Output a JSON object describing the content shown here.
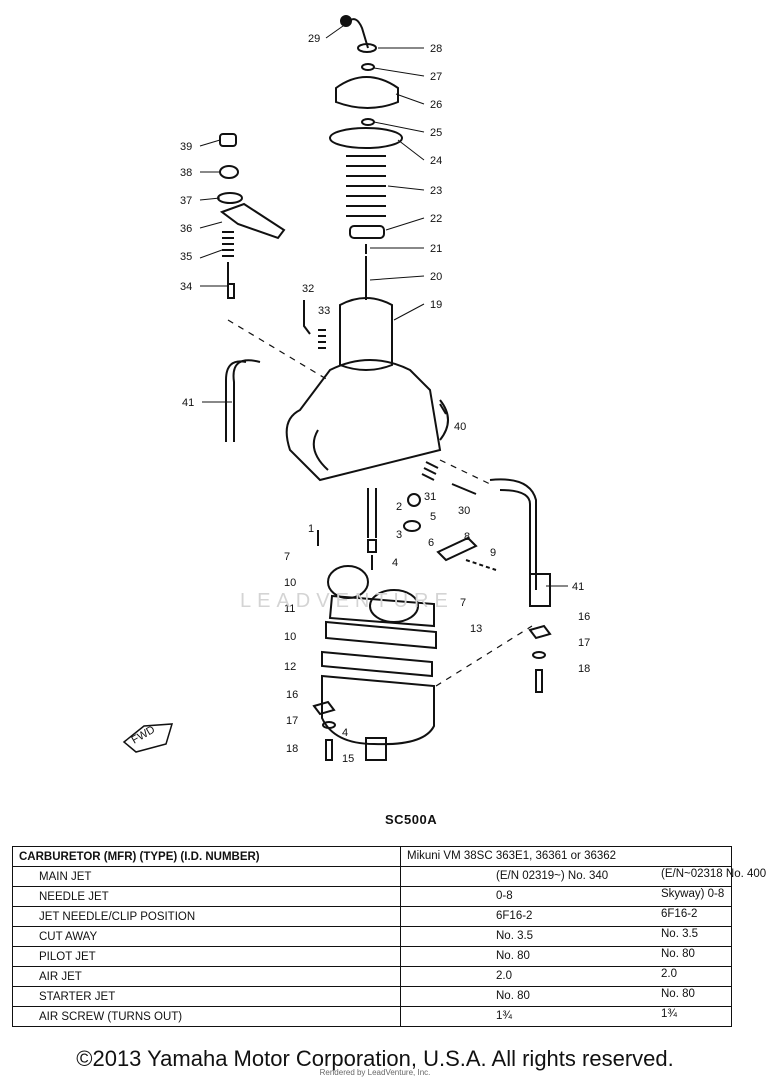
{
  "diagram": {
    "part_numbers": [
      "1",
      "2",
      "3",
      "4",
      "4",
      "5",
      "6",
      "7",
      "7",
      "8",
      "9",
      "10",
      "10",
      "11",
      "12",
      "13",
      "15",
      "16",
      "16",
      "17",
      "17",
      "18",
      "18",
      "19",
      "20",
      "21",
      "22",
      "23",
      "24",
      "25",
      "26",
      "27",
      "28",
      "29",
      "30",
      "31",
      "32",
      "33",
      "34",
      "35",
      "36",
      "37",
      "38",
      "39",
      "40",
      "41",
      "41"
    ],
    "fwd_label": "FWD",
    "watermark": "LEADVENTURE"
  },
  "model_code": "SC500A",
  "spec_table": {
    "header": {
      "label": "CARBURETOR (MFR) (TYPE) (I.D. NUMBER)",
      "value1": "Mikuni    VM 38SC    363E1, 36361 or 36362"
    },
    "rows": [
      {
        "label": "MAIN JET",
        "value1": "(E/N 02319~)  No. 340",
        "value2": "(E/N~02318     No. 400"
      },
      {
        "label": "NEEDLE JET",
        "value1": "0-8",
        "value2": "Skyway)       0-8"
      },
      {
        "label": "JET NEEDLE/CLIP POSITION",
        "value1": "6F16-2",
        "value2": "6F16-2"
      },
      {
        "label": "CUT AWAY",
        "value1": "No. 3.5",
        "value2": "No. 3.5"
      },
      {
        "label": "PILOT JET",
        "value1": "No. 80",
        "value2": "No. 80"
      },
      {
        "label": "AIR JET",
        "value1": "2.0",
        "value2": "2.0"
      },
      {
        "label": "STARTER JET",
        "value1": "No. 80",
        "value2": "No. 80"
      },
      {
        "label": "AIR SCREW (TURNS OUT)",
        "value1": "1¾",
        "value2": "1¾"
      }
    ]
  },
  "footer": "©2013 Yamaha Motor Corporation, U.S.A. All rights reserved.",
  "watermark_text": "Rendered by LeadVenture, Inc."
}
